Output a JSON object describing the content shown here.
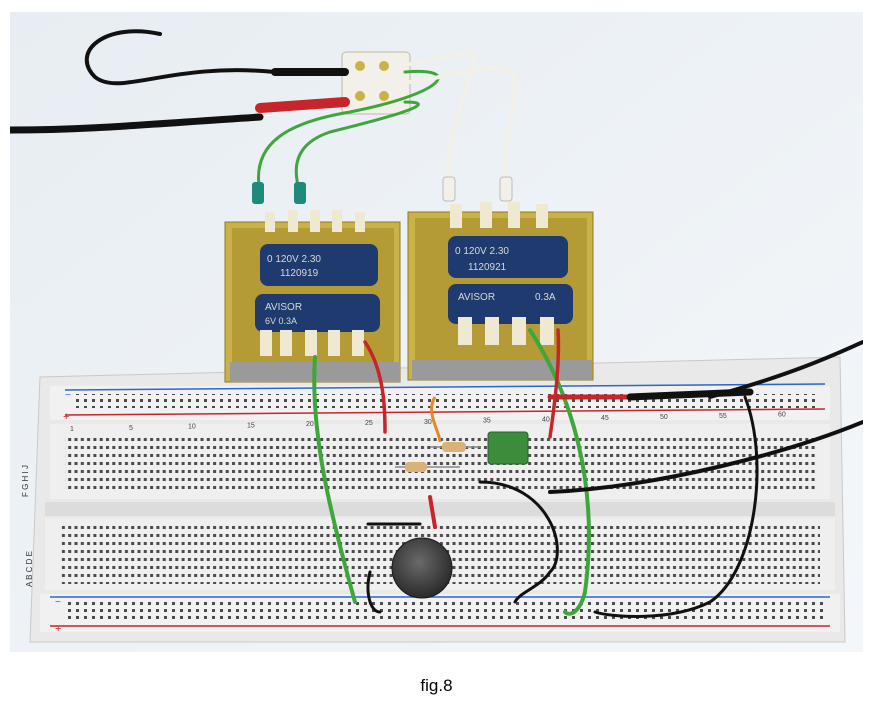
{
  "figure": {
    "caption": "fig.8",
    "transformer_left": {
      "primary_label": "0   120V   2.30",
      "code": "1120919",
      "brand": "AVISOR",
      "secondary_label": "6V      0.3A"
    },
    "transformer_right": {
      "primary_label": "0   120V   2.30",
      "code": "1120921",
      "brand": "AVISOR",
      "secondary_label": "0.3A"
    },
    "breadboard": {
      "row_letters_top": "F G H I J",
      "row_letters_bottom": "A B C D E",
      "column_numbers": [
        "1",
        "5",
        "10",
        "15",
        "20",
        "25",
        "30",
        "35",
        "40",
        "45",
        "50",
        "55",
        "60"
      ]
    },
    "colors": {
      "board": "#ececec",
      "transformer_frame": "#c9b24a",
      "coil": "#1e3a6e",
      "wire_green": "#3fa63c",
      "wire_red": "#c8252a",
      "wire_black": "#111111",
      "wire_white": "#f2f0e8",
      "capacitor": "#3c8c3c",
      "buzzer": "#3a3a3a"
    }
  }
}
